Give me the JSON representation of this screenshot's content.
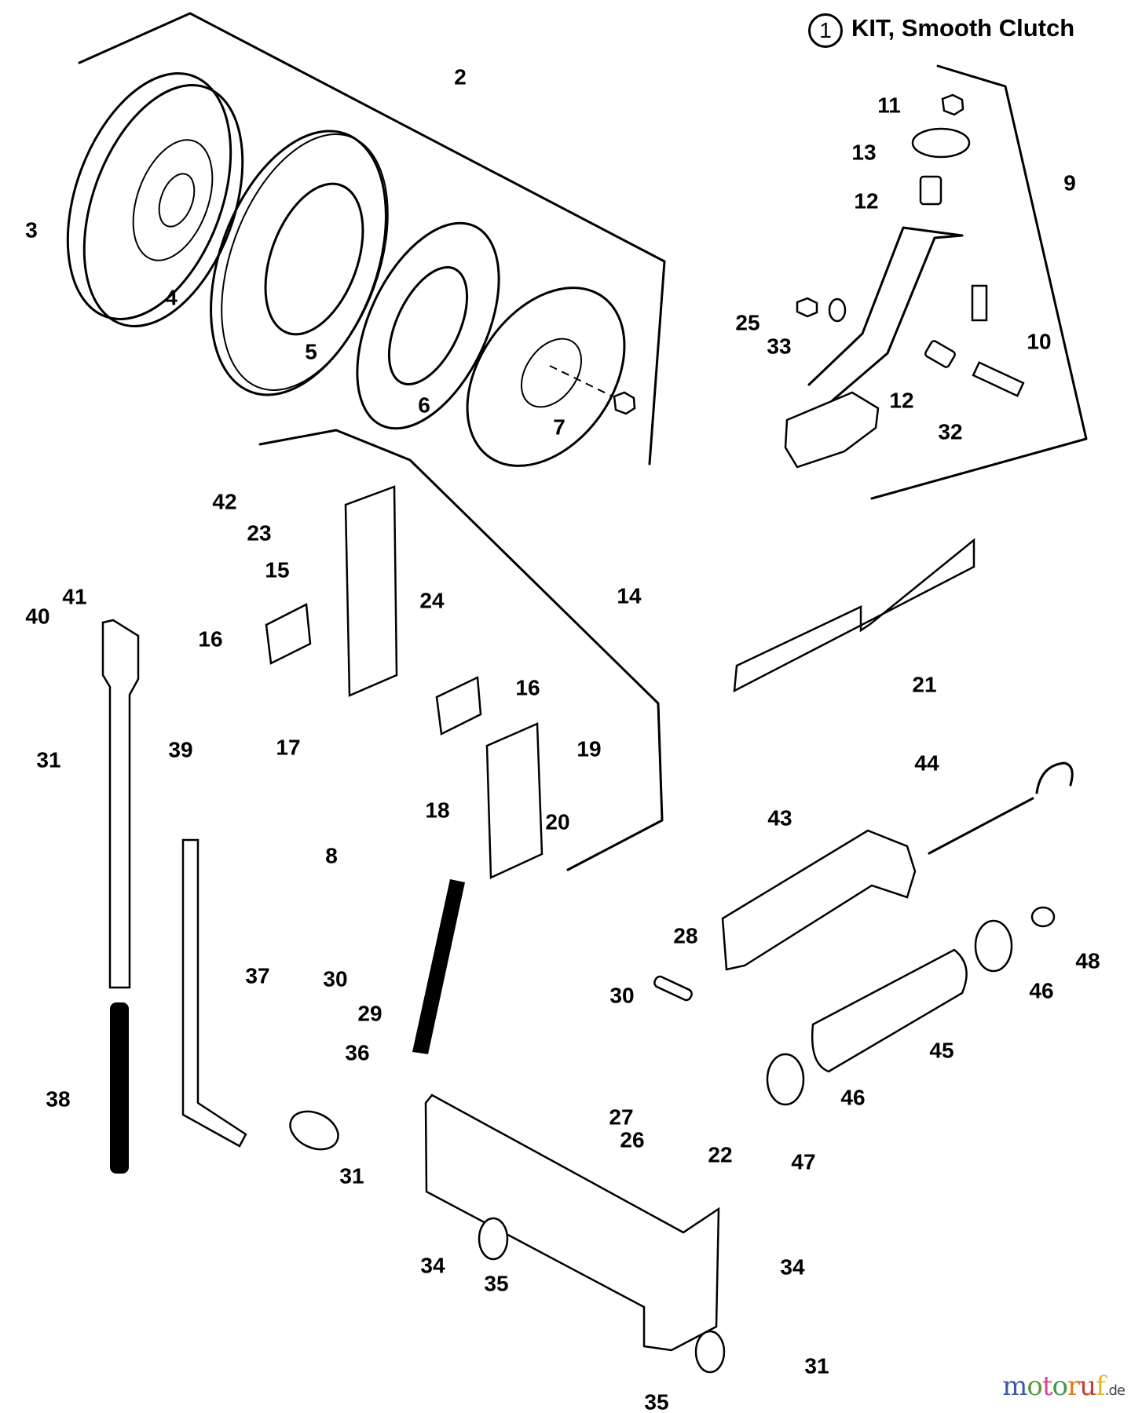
{
  "header": {
    "kit_number": "1",
    "kit_title": "KIT, Smooth Clutch"
  },
  "watermark": {
    "letters": [
      "m",
      "o",
      "t",
      "o",
      "r",
      "u",
      "f"
    ],
    "tld": ".de"
  },
  "callouts": {
    "c2": "2",
    "c3": "3",
    "c4": "4",
    "c5": "5",
    "c6": "6",
    "c7": "7",
    "c8": "8",
    "c9": "9",
    "c10": "10",
    "c11": "11",
    "c12a": "12",
    "c12b": "12",
    "c13": "13",
    "c14": "14",
    "c15": "15",
    "c16a": "16",
    "c16b": "16",
    "c17": "17",
    "c18": "18",
    "c19": "19",
    "c20": "20",
    "c21": "21",
    "c22": "22",
    "c23": "23",
    "c24": "24",
    "c25": "25",
    "c26": "26",
    "c27": "27",
    "c28": "28",
    "c29": "29",
    "c30a": "30",
    "c30b": "30",
    "c31a": "31",
    "c31b": "31",
    "c31c": "31",
    "c32": "32",
    "c33": "33",
    "c34a": "34",
    "c34b": "34",
    "c35a": "35",
    "c35b": "35",
    "c36": "36",
    "c37": "37",
    "c38": "38",
    "c39": "39",
    "c40": "40",
    "c41": "41",
    "c42": "42",
    "c43": "43",
    "c44": "44",
    "c45": "45",
    "c46a": "46",
    "c46b": "46",
    "c47": "47",
    "c48": "48"
  }
}
